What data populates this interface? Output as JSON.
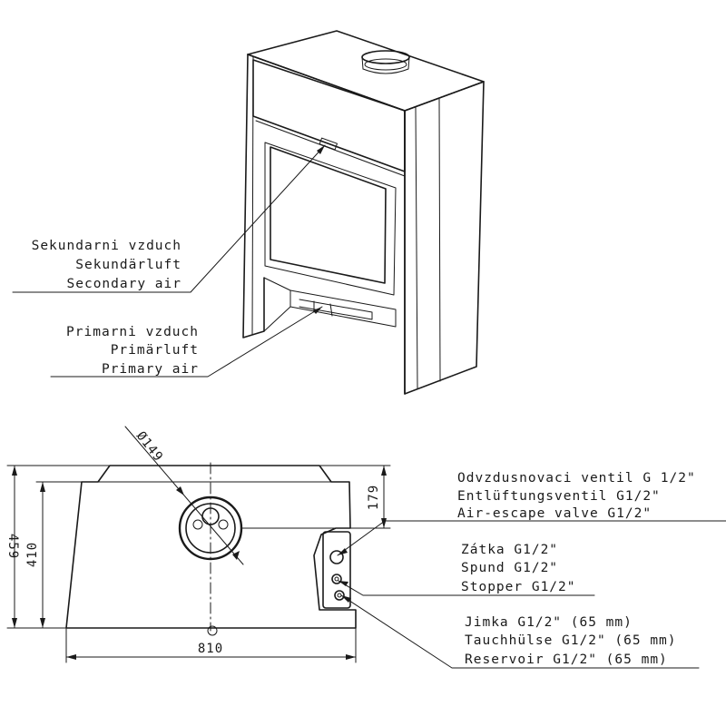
{
  "labels": {
    "secondary_air": [
      "Sekundarni vzduch",
      "Sekundärluft",
      "Secondary air"
    ],
    "primary_air": [
      "Primarni vzduch",
      "Primärluft",
      "Primary air"
    ],
    "air_escape_valve": [
      "Odvzdusnovaci ventil G 1/2\"",
      "Entlüftungsventil G1/2\"",
      "Air-escape valve G1/2\""
    ],
    "stopper": [
      "Zátka G1/2\"",
      "Spund G1/2\"",
      "Stopper G1/2\""
    ],
    "reservoir": [
      "Jimka G1/2\" (65 mm)",
      "Tauchhülse G1/2\" (65 mm)",
      "Reservoir G1/2\" (65 mm)"
    ]
  },
  "dimensions": {
    "flue_diameter": "Ø149",
    "total_height": "459",
    "body_height": "410",
    "top_offset": "179",
    "width": "810"
  }
}
